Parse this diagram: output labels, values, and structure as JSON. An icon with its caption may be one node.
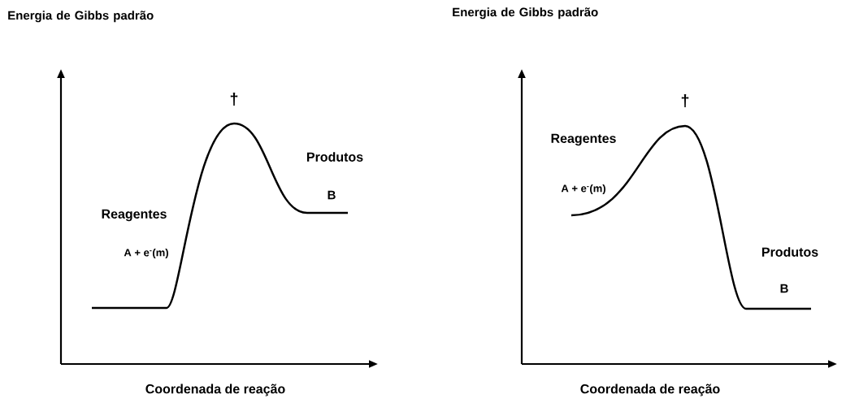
{
  "diagram": {
    "labels": [
      "Energia de Gibbs padrão",
      "†",
      "Produtos",
      "B",
      "Reagentes",
      "A + e$^{-}$(m)",
      "Coordenada de reação",
      "Energia de Gibbs padrão",
      "†",
      "Reagentes",
      "A + e$^{-}$(m)",
      "Produtos",
      "B",
      "Coordenada de reação"
    ]
  }
}
